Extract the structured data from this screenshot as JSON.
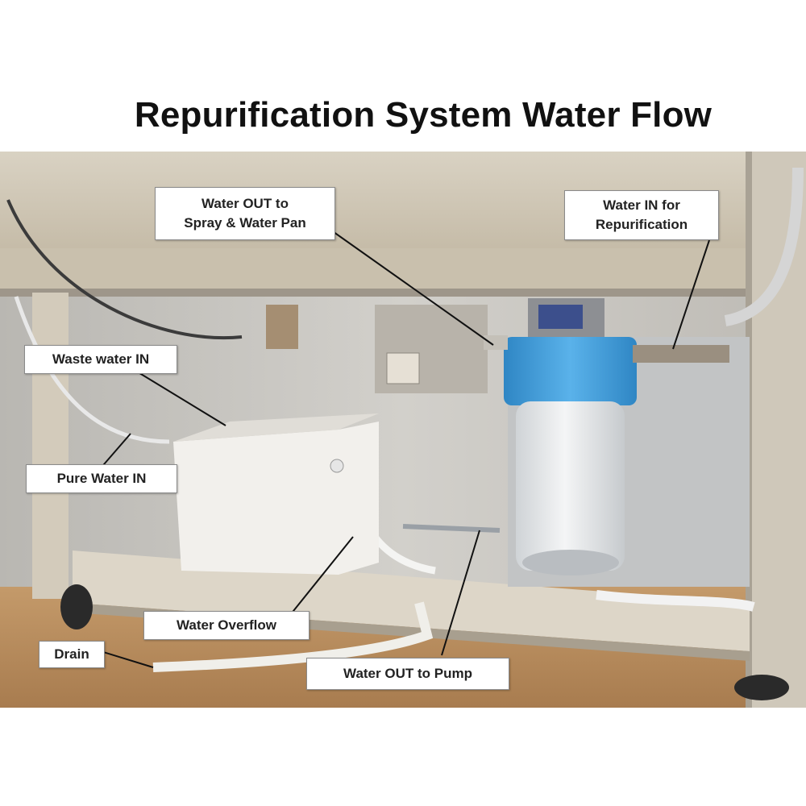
{
  "title": "Repurification System Water Flow",
  "labels": {
    "spray_out": "Water OUT to\nSpray & Water Pan",
    "repurification_in": "Water IN for\nRepurification",
    "waste_in": "Waste water IN",
    "pure_in": "Pure Water IN",
    "overflow": "Water Overflow",
    "drain": "Drain",
    "pump_out": "Water OUT to Pump"
  },
  "colors": {
    "cabinet": "#cfc6b3",
    "floor_wood": "#b58a5c",
    "filter_cap": "#3f9bd6",
    "reservoir": "#f2f0ec"
  }
}
